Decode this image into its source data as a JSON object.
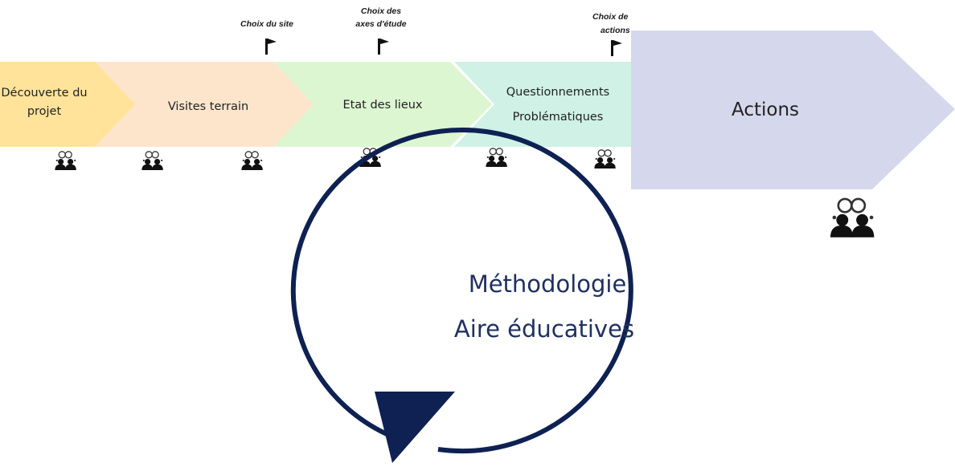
{
  "steps": [
    {
      "line1": "Découverte du",
      "line2": "projet",
      "color": "#FFE39A"
    },
    {
      "line1": "Visites terrain",
      "line2": "",
      "color": "#FDE5CC"
    },
    {
      "line1": "Etat des lieux",
      "line2": "",
      "color": "#DDF6D2"
    },
    {
      "line1": "Questionnements",
      "line2": "Problématiques",
      "color": "#CFF1E6"
    }
  ],
  "actions": {
    "label": "Actions",
    "color": "#D5D8EC"
  },
  "milestones": [
    {
      "line1": "Choix du site",
      "line2": ""
    },
    {
      "line1": "Choix des",
      "line2": "axes d'étude"
    },
    {
      "line1": "Choix de",
      "line2": "actions"
    }
  ],
  "center": {
    "line1": "Méthodologie",
    "line2": "Aire éducatives",
    "stroke": "#0E2152"
  },
  "icons": {
    "flag": "flag-icon",
    "people": "people-discussion-icon"
  }
}
